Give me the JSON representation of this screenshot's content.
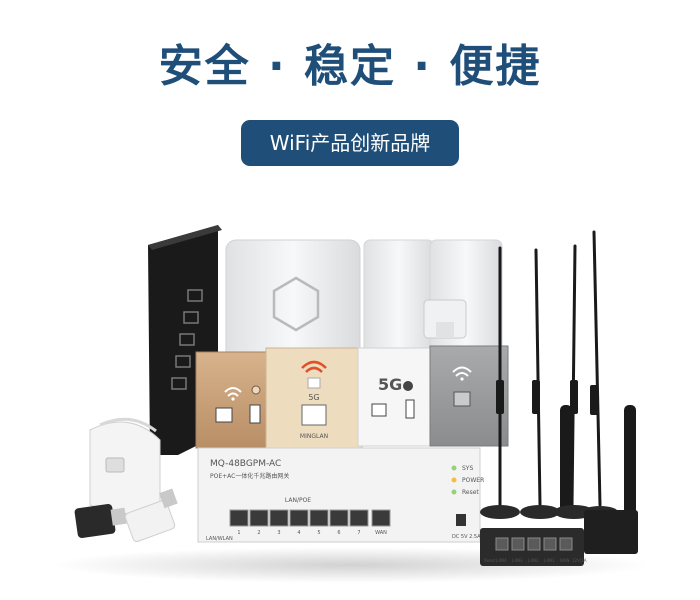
{
  "header": {
    "headline": "安全 · 稳定 · 便捷",
    "badge": "WiFi产品创新品牌"
  },
  "switch": {
    "model": "MQ-48BGPM-AC",
    "subtitle": "POE+AC一体化千兆路由网关",
    "ports_label": "LAN/POE",
    "led_labels": [
      "SYS",
      "POWER",
      "Reset"
    ],
    "port_numbers": [
      "1",
      "2",
      "3",
      "4",
      "5",
      "6",
      "7",
      "WAN"
    ],
    "left_label": "LAN/WLAN",
    "dc_label": "DC 5V 2.5A"
  },
  "router": {
    "port_labels": [
      "Reset",
      "LAN4",
      "LAN3",
      "LAN2",
      "LAN1",
      "WAN",
      "12V/1A"
    ]
  },
  "panel": {
    "brand": "MINGLAN",
    "badge_5g": "5G"
  },
  "colors": {
    "brand_blue": "#1f4e79",
    "gold_panel": "#c9a27a",
    "champagne_panel": "#eedcbf",
    "grey_panel": "#9a9c9e",
    "black_panel": "#1a1a1a",
    "device_white": "#f4f5f6"
  }
}
